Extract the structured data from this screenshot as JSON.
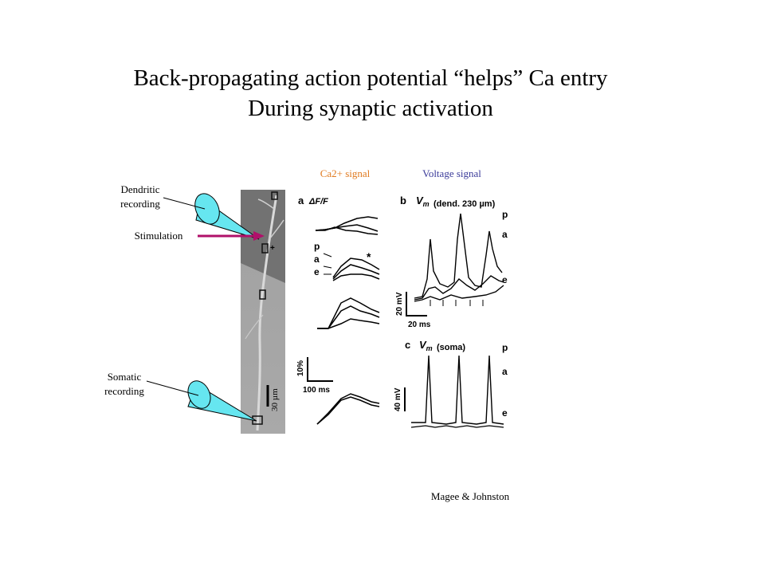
{
  "slide": {
    "title_line1": "Back-propagating action potential “helps” Ca entry",
    "title_line2": "During synaptic activation",
    "credit": "Magee & Johnston"
  },
  "labels": {
    "dendritic_line1": "Dendritic",
    "dendritic_line2": "recording",
    "stimulation": "Stimulation",
    "somatic_line1": "Somatic",
    "somatic_line2": "recording",
    "ca_signal": "Ca2+ signal",
    "voltage_signal": "Voltage signal"
  },
  "figure": {
    "scale_bar": "30 µm",
    "panel_a": "a",
    "panel_a_label": "ΔF/F",
    "panel_b": "b",
    "panel_b_label": "V",
    "panel_b_sub": "m",
    "panel_b_detail": "(dend. 230 µm)",
    "panel_c": "c",
    "panel_c_label": "V",
    "panel_c_sub": "m",
    "panel_c_detail": "(soma)",
    "trace_p": "p",
    "trace_a": "a",
    "trace_e": "e",
    "ca_scale_pct": "10%",
    "ca_scale_time": "100 ms",
    "v_scale_b": "20 mV",
    "v_time_b": "20 ms",
    "v_scale_c": "40 mV",
    "marker_star": "*"
  },
  "colors": {
    "ca_label": "#e07a1f",
    "voltage_label": "#3b3b9a",
    "stim_arrow": "#b0106a",
    "pipette": "#66e6f0"
  }
}
